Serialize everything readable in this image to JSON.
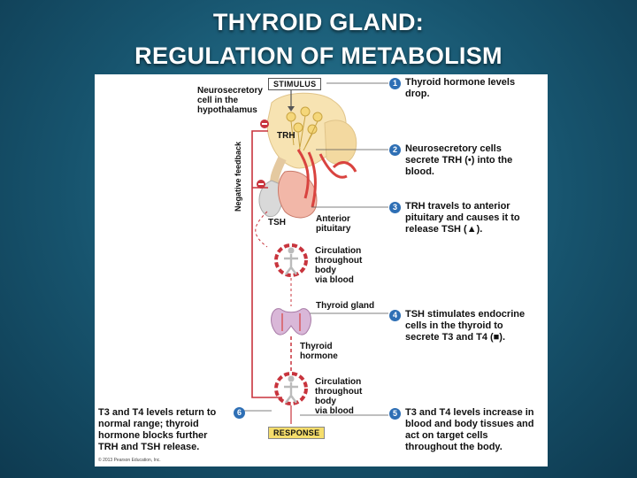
{
  "title_line1": "THYROID GLAND:",
  "title_line2": "REGULATION OF METABOLISM",
  "labels": {
    "stimulus": "STIMULUS",
    "response": "RESPONSE",
    "neurosecretory_line1": "Neurosecretory",
    "neurosecretory_line2": "cell in the",
    "neurosecretory_line3": "hypothalamus",
    "trh": "TRH",
    "tsh": "TSH",
    "anterior_line1": "Anterior",
    "anterior_line2": "pituitary",
    "negative_feedback": "Negative feedback",
    "circ1_line1": "Circulation",
    "circ1_line2": "throughout",
    "circ1_line3": "body",
    "circ1_line4": "via blood",
    "thyroid_gland": "Thyroid gland",
    "thyroid_hormone_line1": "Thyroid",
    "thyroid_hormone_line2": "hormone",
    "circ2_line1": "Circulation",
    "circ2_line2": "throughout",
    "circ2_line3": "body",
    "circ2_line4": "via blood",
    "copyright": "© 2013 Pearson Education, Inc."
  },
  "steps": [
    {
      "num": "1",
      "line1": "Thyroid hormone levels",
      "line2": "drop.",
      "line3": ""
    },
    {
      "num": "2",
      "line1": "Neurosecretory cells",
      "line2": "secrete TRH (•) into the",
      "line3": "blood."
    },
    {
      "num": "3",
      "line1": "TRH travels to anterior",
      "line2": "pituitary and causes it to",
      "line3": "release TSH (▲)."
    },
    {
      "num": "4",
      "line1": "TSH stimulates endocrine",
      "line2": "cells in the thyroid to",
      "line3": "secrete T3 and T4 (■)."
    },
    {
      "num": "5",
      "line1": "T3 and T4 levels increase in",
      "line2": "blood and body tissues and",
      "line3": "act on target cells",
      "line4": "throughout the body."
    },
    {
      "num": "6",
      "line1": "T3 and T4 levels return to",
      "line2": "normal range; thyroid",
      "line3": "hormone blocks further",
      "line4": "TRH and TSH release."
    }
  ],
  "colors": {
    "background": "#17546e",
    "step_circle": "#2e6fb5",
    "feedback_line": "#c8343d",
    "response_box": "#f5dd6b"
  }
}
